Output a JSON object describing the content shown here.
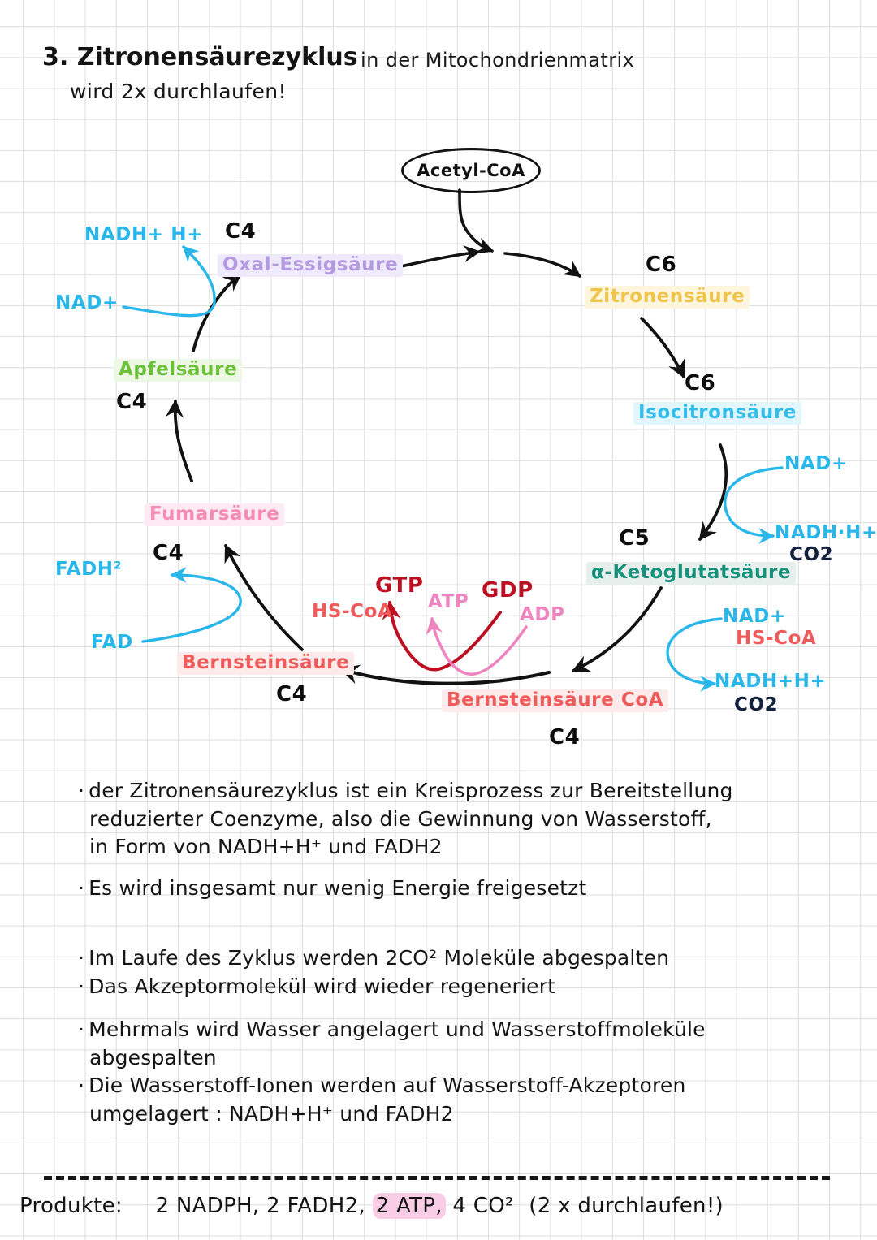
{
  "page": {
    "heading_number_and_topic": "3. Zitronensäurezyklus",
    "heading_location": "in der Mitochondrienmatrix",
    "heading_note": "wird 2x durchlaufen!"
  },
  "colors": {
    "cyan": "#29b6e8",
    "navy": "#14213d",
    "purple": "#b49ae0",
    "green": "#6cc03a",
    "gold": "#efc44c",
    "light_blue": "#32bdea",
    "teal": "#16917a",
    "salmon": "#ef5a5a",
    "pink": "#f58ab5",
    "dark_red": "#bc0f22",
    "pink_mid": "#ef85c0",
    "ink": "#141414",
    "grid_line": "#dcdcdc"
  },
  "cycle": {
    "input": {
      "label": "Acetyl-CoA"
    },
    "metabolites": [
      {
        "id": "oxalacetat",
        "carbon": "C4",
        "label": "Oxal-Essigsäure",
        "color": "#b49ae0"
      },
      {
        "id": "citrat",
        "carbon": "C6",
        "label": "Zitronensäure",
        "color": "#efc44c"
      },
      {
        "id": "isocitrat",
        "carbon": "C6",
        "label": "Isocitronsäure",
        "color": "#32bdea"
      },
      {
        "id": "ketoglutarat",
        "carbon": "C5",
        "label": "α-Ketoglutatsäure",
        "color": "#16917a"
      },
      {
        "id": "succinyl-coa",
        "carbon": "C4",
        "label": "Bernsteinsäure CoA",
        "color": "#ef5a5a"
      },
      {
        "id": "succinat",
        "carbon": "C4",
        "label": "Bernsteinsäure",
        "color": "#ef5a5a"
      },
      {
        "id": "fumarat",
        "carbon": "C4",
        "label": "Fumarsäure",
        "color": "#f58ab5"
      },
      {
        "id": "malat",
        "carbon": "C4",
        "label": "Apfelsäure",
        "color": "#6cc03a"
      }
    ],
    "cofactors": {
      "malate_step": {
        "substrate": "NAD+",
        "product": "NADH+ H+"
      },
      "isocitrate_step": {
        "substrate": "NAD+",
        "product": "NADH·H+",
        "byproduct": "CO2"
      },
      "ketoglutarate_step": {
        "substrate_1": "NAD+",
        "substrate_2": "HS-CoA",
        "product": "NADH+H+",
        "byproduct": "CO2"
      },
      "succinyl_step": {
        "released": "HS-CoA",
        "gtp": "GTP",
        "gdp": "GDP",
        "atp": "ATP",
        "adp": "ADP"
      },
      "succinate_step": {
        "substrate": "FAD",
        "product": "FADH²"
      }
    }
  },
  "notes": [
    {
      "lines": [
        "der Zitronensäurezyklus ist ein Kreisprozess zur Bereitstellung",
        "reduzierter Coenzyme, also die Gewinnung von Wasserstoff,",
        "in Form von NADH+H⁺ und FADH2"
      ]
    },
    {
      "lines": [
        "Es wird insgesamt nur wenig Energie freigesetzt"
      ]
    },
    {
      "lines": [
        "Im Laufe des Zyklus werden 2CO² Moleküle abgespalten"
      ]
    },
    {
      "lines": [
        "Das Akzeptormolekül wird wieder regeneriert"
      ]
    },
    {
      "lines": [
        "Mehrmals wird Wasser angelagert und Wasserstoffmoleküle",
        "abgespalten"
      ]
    },
    {
      "lines": [
        "Die Wasserstoff-Ionen werden auf Wasserstoff-Akzeptoren",
        "umgelagert : NADH+H⁺ und FADH2"
      ]
    }
  ],
  "products": {
    "label": "Produkte:",
    "items_before_atp": "2 NADPH, 2 FADH2,",
    "atp_highlighted": "2 ATP,",
    "items_after_atp": "4 CO²",
    "suffix": "(2 x durchlaufen!)"
  }
}
